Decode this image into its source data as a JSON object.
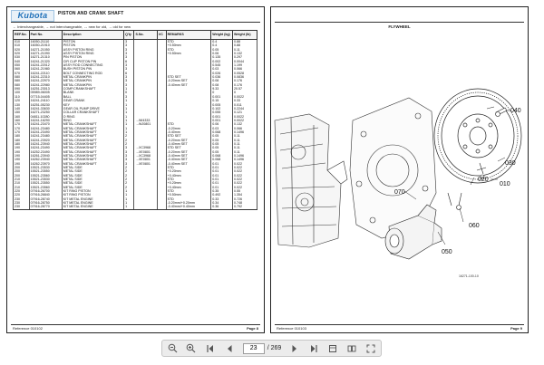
{
  "viewer": {
    "current_page": "23",
    "total_pages": "/ 269"
  },
  "left_page": {
    "brand": "Kubota",
    "title": "PISTON AND CRANK SHAFT",
    "legend": "← Interchangeable,   → not interchangeable,   ↔ new for old,   → old for new",
    "columns": [
      "REF.No.",
      "Part No.",
      "Description",
      "Q'ty",
      "S.No.",
      "I/C",
      "REMARKS",
      "Weight (kg)",
      "Weight (lb)"
    ],
    "rows": [
      [
        "010",
        "16050-21110",
        "PISTON",
        "3",
        "",
        "",
        "STD",
        "0.4",
        "0.88"
      ],
      [
        "010",
        "16050-21910",
        "PISTON",
        "3",
        "",
        "",
        "+0.50mm",
        "0.4",
        "0.88"
      ],
      [
        "020",
        "16271-21050",
        "ASSY PISTON RING",
        "3",
        "",
        "",
        "STD",
        "0.05",
        "0.11"
      ],
      [
        "020",
        "16271-21090",
        "ASSY PISTON RING",
        "3",
        "",
        "",
        "+0.50mm",
        "0.06",
        "0.132"
      ],
      [
        "030",
        "16271-21310",
        "PIN PISTON",
        "3",
        "",
        "",
        "",
        "0.135",
        "0.297"
      ],
      [
        "040",
        "16241-21320",
        "CIR CLIP PISTON PIN",
        "6",
        "",
        "",
        "",
        "0.002",
        "0.0044"
      ],
      [
        "050",
        "16241-22012",
        "ASSY ROD CONNECTING",
        "3",
        "",
        "",
        "",
        "0.545",
        "1.199"
      ],
      [
        "060",
        "16241-21980",
        "BUSH PISTON PIN",
        "3",
        "",
        "",
        "",
        "0.03",
        "0.066"
      ],
      [
        "070",
        "16241-22110",
        "BOLT CONNECTING ROD",
        "6",
        "",
        "",
        "",
        "0.026",
        "0.0528"
      ],
      [
        "080",
        "16241-22310",
        "METAL CRANKPIN",
        "3",
        "",
        "",
        "STD SET",
        "0.036",
        "0.0836"
      ],
      [
        "080",
        "16241-22970",
        "METAL CRANKPIN",
        "3",
        "",
        "",
        "-0.20mm SET",
        "0.08",
        "0.176"
      ],
      [
        "080",
        "16241-22980",
        "METAL CRANKPIN",
        "3",
        "",
        "",
        "-0.40mm SET",
        "0.08",
        "0.176"
      ],
      [
        "090",
        "16251-23013",
        "COMP.CRANKSHAFT",
        "1",
        "",
        "",
        "",
        "9.33",
        "20.57"
      ],
      [
        "100",
        "05989-06005",
        "BLANK",
        "0",
        "",
        "",
        "",
        "0",
        "0"
      ],
      [
        "110",
        "07715-04405",
        "BALL",
        "3",
        "",
        "",
        "",
        "0.001",
        "0.0022"
      ],
      [
        "120",
        "16241-24110",
        "GEAR CRANK",
        "1",
        "",
        "",
        "",
        "0.15",
        "0.33"
      ],
      [
        "130",
        "16251-05230",
        "KEY",
        "1",
        "",
        "",
        "",
        "0.005",
        "0.011"
      ],
      [
        "140",
        "16241-33630",
        "GEAR OIL PUMP DRIVE",
        "1",
        "",
        "",
        "",
        "0.102",
        "0.2244"
      ],
      [
        "150",
        "16271-23250",
        "COLLAR CRANKSHAFT",
        "1",
        "",
        "",
        "",
        "0.055",
        "0.121"
      ],
      [
        "160",
        "04811-10280",
        "O RING",
        "1",
        "",
        "",
        "",
        "0.001",
        "0.0022"
      ],
      [
        "160",
        "16241-16290",
        "RING",
        "1",
        "→WI4333",
        "",
        "",
        "0.001",
        "0.0022"
      ],
      [
        "170",
        "16241-23470",
        "METAL CRANKSHAFT",
        "1",
        "→WJ0801",
        "",
        "STD",
        "0.06",
        "0.132"
      ],
      [
        "170",
        "16241-23480",
        "METAL CRANKSHAFT",
        "1",
        "",
        "",
        "-0.20mm",
        "0.03",
        "0.066"
      ],
      [
        "170",
        "16241-23490",
        "METAL CRANKSHAFT",
        "1",
        "",
        "",
        "-0.40mm",
        "0.068",
        "0.1496"
      ],
      [
        "180",
        "16241-23480",
        "METAL CRANKSHAFT",
        "2",
        "",
        "",
        "STD SET",
        "0.05",
        "0.11"
      ],
      [
        "180",
        "16241-23920",
        "METAL CRANKSHAFT",
        "2",
        "",
        "",
        "-0.20mm SET",
        "0.05",
        "0.11"
      ],
      [
        "180",
        "16241-23940",
        "METAL CRANKSHAFT",
        "2",
        "",
        "",
        "-0.40mm SET",
        "0.05",
        "0.11"
      ],
      [
        "190",
        "16241-23490",
        "METAL CRANKSHAFT",
        "3",
        "→XC3968",
        "",
        "STD SET",
        "0.05",
        "0.11"
      ],
      [
        "190",
        "16252-23490",
        "METAL CRANKSHAFT",
        "3",
        "→XE0801",
        "",
        "-0.20mm SET",
        "0.05",
        "0.11"
      ],
      [
        "190",
        "16261-23940",
        "METAL CRANKSHAFT",
        "3",
        "→XC3968",
        "",
        "-0.40mm SET",
        "0.068",
        "0.1496"
      ],
      [
        "190",
        "16262-23940",
        "METAL CRANKSHAFT",
        "3",
        "→XE0801",
        "",
        "-0.40mm SET",
        "0.068",
        "0.1496"
      ],
      [
        "190",
        "16262-23970",
        "METAL CRANKSHAFT",
        "3",
        "→XE0801",
        "",
        "-0.40mm SET",
        "0.01",
        "0.022"
      ],
      [
        "200",
        "15521-23530",
        "METAL SIDE",
        "2",
        "",
        "",
        "STD",
        "0.01",
        "0.022"
      ],
      [
        "200",
        "15521-23550",
        "METAL SIDE",
        "2",
        "",
        "",
        "+0.20mm",
        "0.01",
        "0.022"
      ],
      [
        "200",
        "15521-23560",
        "METAL SIDE",
        "2",
        "",
        "",
        "+0.40mm",
        "0.01",
        "0.022"
      ],
      [
        "210",
        "15521-23530",
        "METAL SIDE",
        "2",
        "",
        "",
        "STD",
        "0.01",
        "0.022"
      ],
      [
        "210",
        "15521-23550",
        "METAL SIDE",
        "2",
        "",
        "",
        "+0.20mm",
        "0.01",
        "0.022"
      ],
      [
        "210",
        "15521-23560",
        "METAL SIDE",
        "2",
        "",
        "",
        "+0.40mm",
        "0.01",
        "0.022"
      ],
      [
        "220",
        "07916-26700",
        "KIT RING PISTON",
        "1",
        "",
        "",
        "STD",
        "0.35",
        "0.55"
      ],
      [
        "220",
        "07916-26840",
        "KIT RING PISTON",
        "1",
        "",
        "",
        "+0.50mm",
        "0.492",
        "1.354"
      ],
      [
        "230",
        "07916-28740",
        "KIT METAL ENGINE",
        "1",
        "",
        "",
        "STD",
        "0.33",
        "0.726"
      ],
      [
        "230",
        "07916-28750",
        "KIT METAL ENGINE",
        "1",
        "",
        "",
        "-0.20mm/+0.20mm",
        "0.34",
        "0.748"
      ],
      [
        "230",
        "07916-28770",
        "KIT METAL ENGINE",
        "1",
        "",
        "",
        "-0.40mm/+0.40mm",
        "0.36",
        "0.792"
      ]
    ],
    "footer_ref": "Reference 010102",
    "footer_page": "Page 8"
  },
  "right_page": {
    "title": "FLYWHEEL",
    "callouts": [
      "040",
      "010",
      "030",
      "020",
      "070",
      "050",
      "060"
    ],
    "drawing_code": "16271-100-10",
    "footer_ref": "Reference 010103",
    "footer_page": "Page 9"
  }
}
